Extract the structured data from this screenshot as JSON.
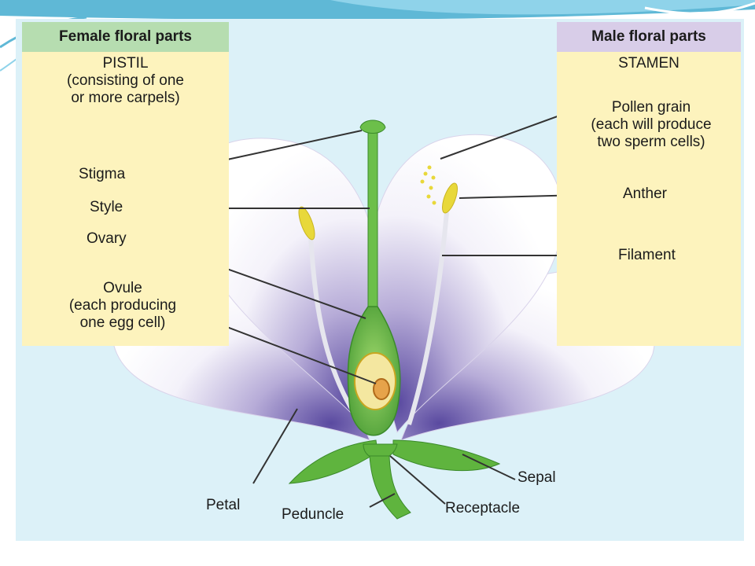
{
  "diagram": {
    "female_box": {
      "header": "Female floral parts",
      "title": "PISTIL\n(consisting of one\nor more carpels)"
    },
    "male_box": {
      "header": "Male floral parts",
      "title": "STAMEN"
    },
    "labels": {
      "stigma": "Stigma",
      "style": "Style",
      "ovary": "Ovary",
      "ovule": "Ovule\n(each producing\none egg cell)",
      "pollen_grain": "Pollen grain\n(each will produce\ntwo sperm cells)",
      "anther": "Anther",
      "filament": "Filament",
      "petal": "Petal",
      "peduncle": "Peduncle",
      "receptacle": "Receptacle",
      "sepal": "Sepal"
    },
    "colors": {
      "female_header": "#b6ddb0",
      "male_header": "#d8cde8",
      "box_fill": "#fdf3bd",
      "background": "#dcf1f8",
      "stem_green": "#6cbf4a",
      "petal_purple": "#6c5aa8",
      "anther_yellow": "#e8d83a"
    }
  }
}
